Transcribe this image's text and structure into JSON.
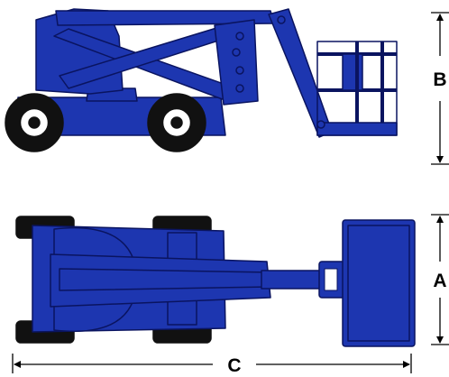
{
  "colors": {
    "body": "#1d36b0",
    "outline": "#0a1460",
    "highlight": "#ffffff",
    "tire": "#111111",
    "dimension": "#000000",
    "background": "#ffffff"
  },
  "dimensions": {
    "height_label": "B",
    "width_label": "A",
    "length_label": "C"
  }
}
